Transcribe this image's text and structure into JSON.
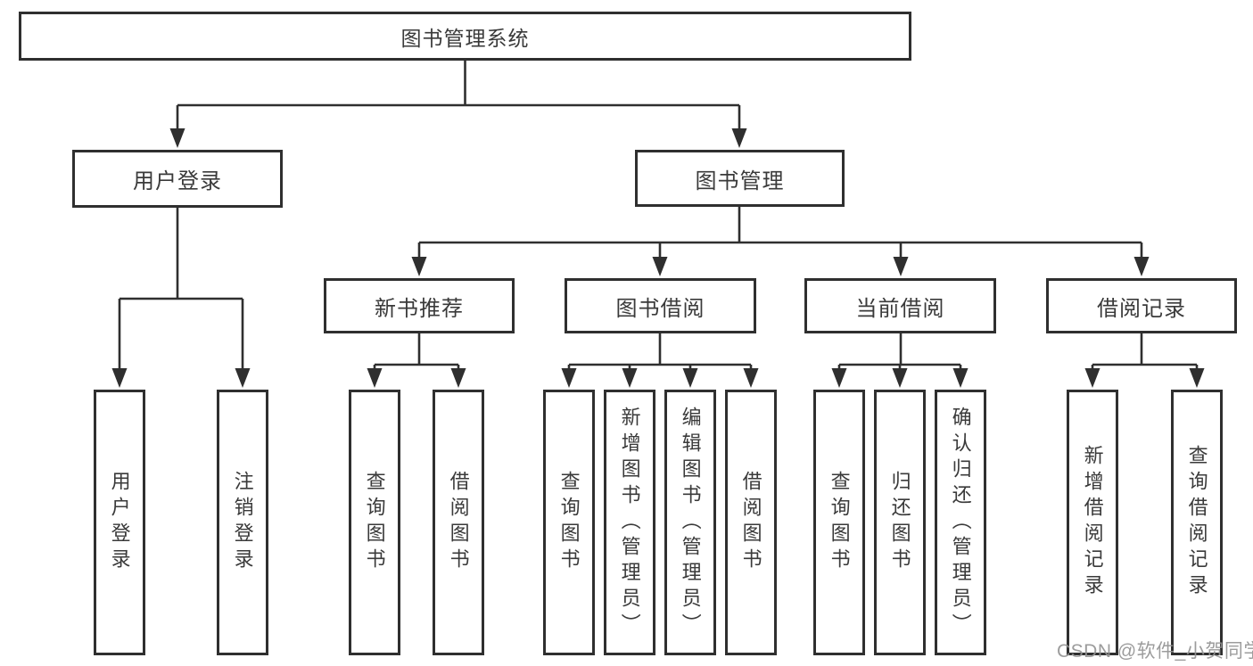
{
  "diagram_title": "图书管理系统",
  "tree": {
    "label": "图书管理系统",
    "children": [
      {
        "label": "用户登录",
        "children": [
          {
            "label": "用户登录"
          },
          {
            "label": "注销登录"
          }
        ]
      },
      {
        "label": "图书管理",
        "children": [
          {
            "label": "新书推荐",
            "children": [
              {
                "label": "查询图书"
              },
              {
                "label": "借阅图书"
              }
            ]
          },
          {
            "label": "图书借阅",
            "children": [
              {
                "label": "查询图书"
              },
              {
                "label": "新增图书（管理员）"
              },
              {
                "label": "编辑图书（管理员）"
              },
              {
                "label": "借阅图书"
              }
            ]
          },
          {
            "label": "当前借阅",
            "children": [
              {
                "label": "查询图书"
              },
              {
                "label": "归还图书"
              },
              {
                "label": "确认归还（管理员）"
              }
            ]
          },
          {
            "label": "借阅记录",
            "children": [
              {
                "label": "新增借阅记录"
              },
              {
                "label": "查询借阅记录"
              }
            ]
          }
        ]
      }
    ]
  },
  "watermark": {
    "text": "CSDN @软件_小贺同学"
  },
  "colors": {
    "box_border": "#2f2f2f",
    "connector_line": "#2f2f2f",
    "label_text": "#3a3a3a",
    "watermark_gray": "#949494",
    "background": "#ffffff"
  }
}
